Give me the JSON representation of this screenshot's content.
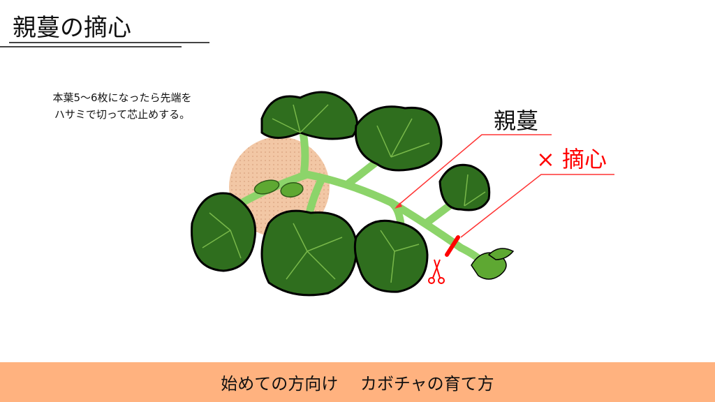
{
  "title": "親蔓の摘心",
  "note": {
    "line1": "本葉5～6枚になったら先端を",
    "line2": "ハサミで切って芯止めする。"
  },
  "labels": {
    "main_vine": "親蔓",
    "pinch": "× 摘心"
  },
  "footer": "始めての方向け　 カボチャの育て方",
  "colors": {
    "leaf": "#2F6E1E",
    "stem": "#8CD46A",
    "soil": "#F2C7A5",
    "accent": "#FF0000",
    "footer": "#FFB27F"
  }
}
